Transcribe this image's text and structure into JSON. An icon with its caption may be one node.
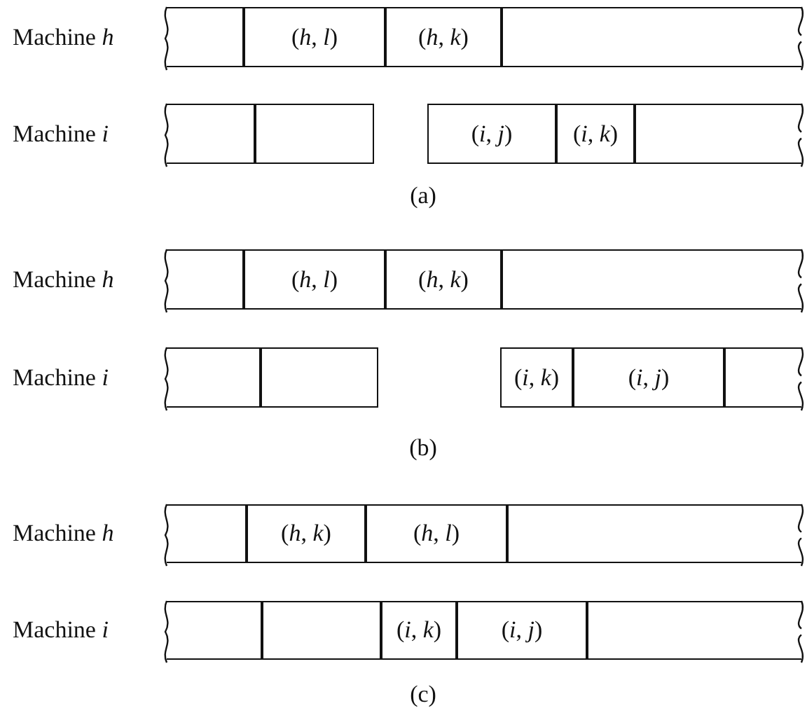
{
  "diagram": {
    "nodes": [
      {
        "text": [],
        "shape": "box"
      },
      {
        "text": [
          "(*h*, *l*)"
        ]
      },
      {
        "text": [
          "(*h*, *k*)"
        ]
      },
      {
        "text": [],
        "shape": "box"
      },
      {
        "text": [],
        "shape": "box"
      },
      {
        "text": [],
        "shape": "box"
      },
      {
        "text": [
          "(*i*, *j*)"
        ]
      },
      {
        "text": [
          "(*i*, *k*)"
        ]
      },
      {
        "text": [],
        "shape": "box"
      },
      {
        "text": [],
        "shape": "box"
      },
      {
        "text": [
          "(*h*, *l*)"
        ]
      },
      {
        "text": [
          "(*h*, *k*)"
        ]
      },
      {
        "text": [],
        "shape": "box"
      },
      {
        "text": [],
        "shape": "box"
      },
      {
        "text": [],
        "shape": "box"
      },
      {
        "text": [
          "(*i*, *k*)"
        ]
      },
      {
        "text": [
          "(*i*, *j*)"
        ]
      },
      {
        "text": [],
        "shape": "box"
      },
      {
        "text": [],
        "shape": "box"
      },
      {
        "text": [
          "(*h*, *k*)"
        ]
      },
      {
        "text": [
          "(*h*, *l*)"
        ]
      },
      {
        "text": [],
        "shape": "box"
      },
      {
        "text": [],
        "shape": "box"
      },
      {
        "text": [],
        "shape": "box"
      },
      {
        "text": [
          "(*i*, *k*)"
        ]
      },
      {
        "text": [
          "(*i*, *j*)"
        ]
      },
      {
        "text": [],
        "shape": "box"
      }
    ],
    "labels": [
      "Machine *h*",
      "Machine *i*",
      "(a)",
      "Machine *h*",
      "Machine *i*",
      "(b)",
      "Machine *h*",
      "Machine *i*",
      "(c)"
    ]
  }
}
